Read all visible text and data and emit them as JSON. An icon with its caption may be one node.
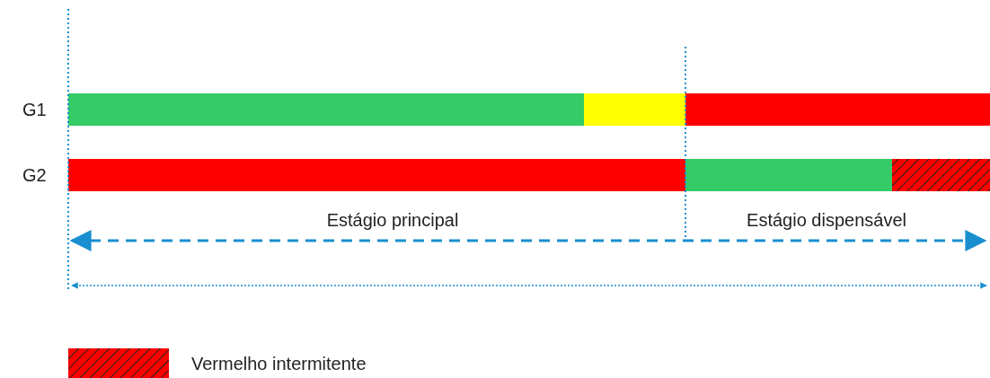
{
  "diagram": {
    "nodes": [
      {
        "text": [],
        "shape": "bar"
      },
      {
        "text": [],
        "shape": "bar"
      },
      {
        "text": [],
        "shape": "bar"
      },
      {
        "text": [],
        "shape": "bar"
      },
      {
        "text": [],
        "shape": "bar"
      },
      {
        "text": [],
        "shape": "bar"
      }
    ],
    "labels": [
      "G1",
      "G2",
      "Estágio principal",
      "Estágio dispensável"
    ],
    "legend": [
      {
        "text": "Vermelho intermitente"
      }
    ]
  }
}
